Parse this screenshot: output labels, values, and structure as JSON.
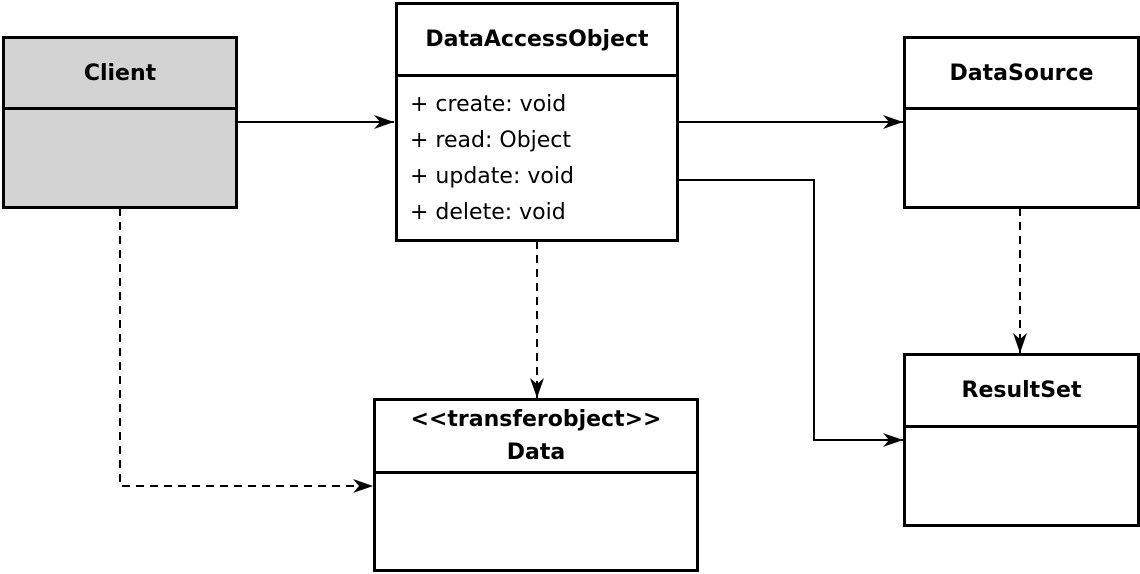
{
  "colors": {
    "stroke": "#000000",
    "client_fill": "#d3d3d3",
    "box_fill": "#ffffff"
  },
  "client": {
    "name": "Client"
  },
  "dao": {
    "name": "DataAccessObject",
    "attributes": [
      "+ create: void",
      "+ read: Object",
      "+ update: void",
      "+ delete: void"
    ]
  },
  "datasource": {
    "name": "DataSource"
  },
  "resultset": {
    "name": "ResultSet"
  },
  "data": {
    "stereotype": "<<transferobject>>",
    "name": "Data"
  }
}
